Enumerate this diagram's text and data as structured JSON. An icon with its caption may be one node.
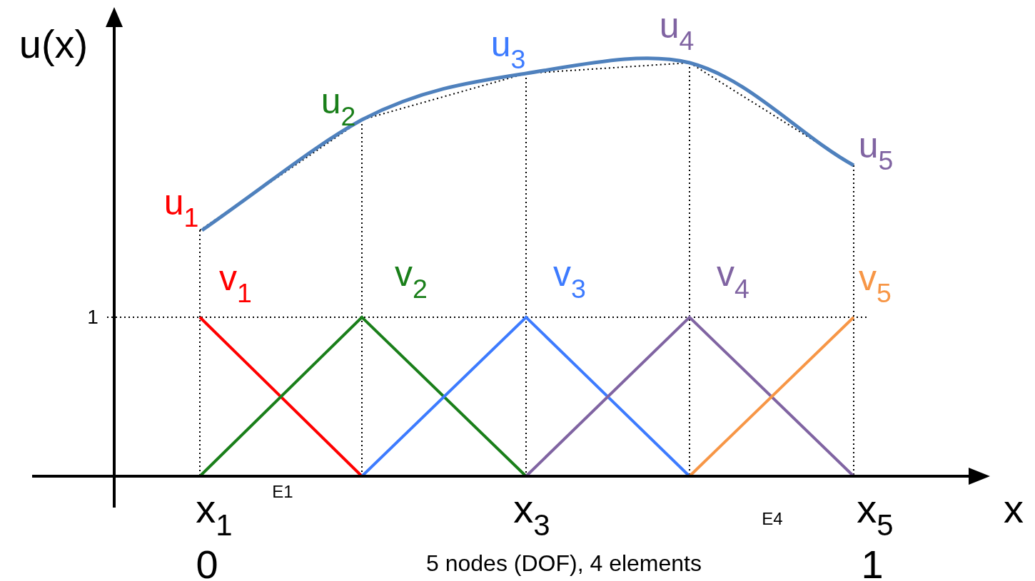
{
  "diagram": {
    "labels": [
      "u(x)",
      "u$_{1}$",
      "u$_{2}$",
      "u$_{3}$",
      "u$_{4}$",
      "u$_{5}$",
      "v$_{1}$",
      "v$_{2}$",
      "v$_{3}$",
      "v$_{4}$",
      "v$_{5}$",
      "1",
      "x",
      "x$_{1}$",
      "E1",
      "x$_{3}$",
      "E4",
      "x$_{5}$",
      "0",
      "5 nodes (DOF), 4 elements",
      "1"
    ]
  }
}
